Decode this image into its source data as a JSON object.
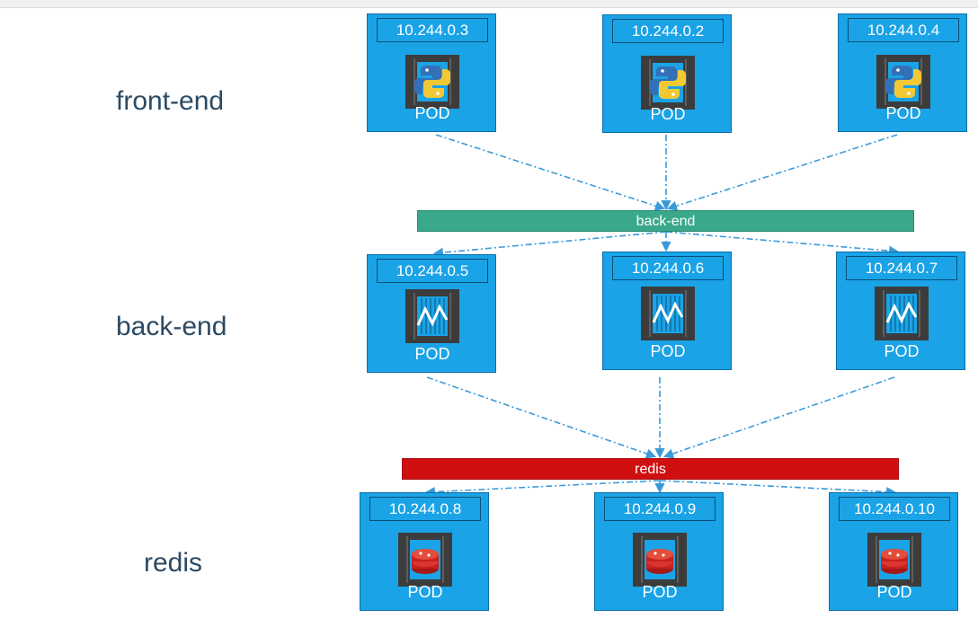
{
  "tiers": {
    "frontend_label": "front-end",
    "backend_label": "back-end",
    "redis_label": "redis"
  },
  "services": {
    "backend": "back-end",
    "redis": "redis"
  },
  "pods": {
    "frontend": [
      {
        "ip": "10.244.0.3",
        "label": "POD",
        "icon": "python-icon"
      },
      {
        "ip": "10.244.0.2",
        "label": "POD",
        "icon": "python-icon"
      },
      {
        "ip": "10.244.0.4",
        "label": "POD",
        "icon": "python-icon"
      }
    ],
    "backend": [
      {
        "ip": "10.244.0.5",
        "label": "POD",
        "icon": "app-wave-icon"
      },
      {
        "ip": "10.244.0.6",
        "label": "POD",
        "icon": "app-wave-icon"
      },
      {
        "ip": "10.244.0.7",
        "label": "POD",
        "icon": "app-wave-icon"
      }
    ],
    "redis": [
      {
        "ip": "10.244.0.8",
        "label": "POD",
        "icon": "redis-icon"
      },
      {
        "ip": "10.244.0.9",
        "label": "POD",
        "icon": "redis-icon"
      },
      {
        "ip": "10.244.0.10",
        "label": "POD",
        "icon": "redis-icon"
      }
    ]
  },
  "colors": {
    "pod_fill": "#1aa3e6",
    "backend_service": "#3aa88a",
    "redis_service": "#d01010",
    "edge": "#3a9ad9",
    "label_text": "#2c4a63"
  }
}
